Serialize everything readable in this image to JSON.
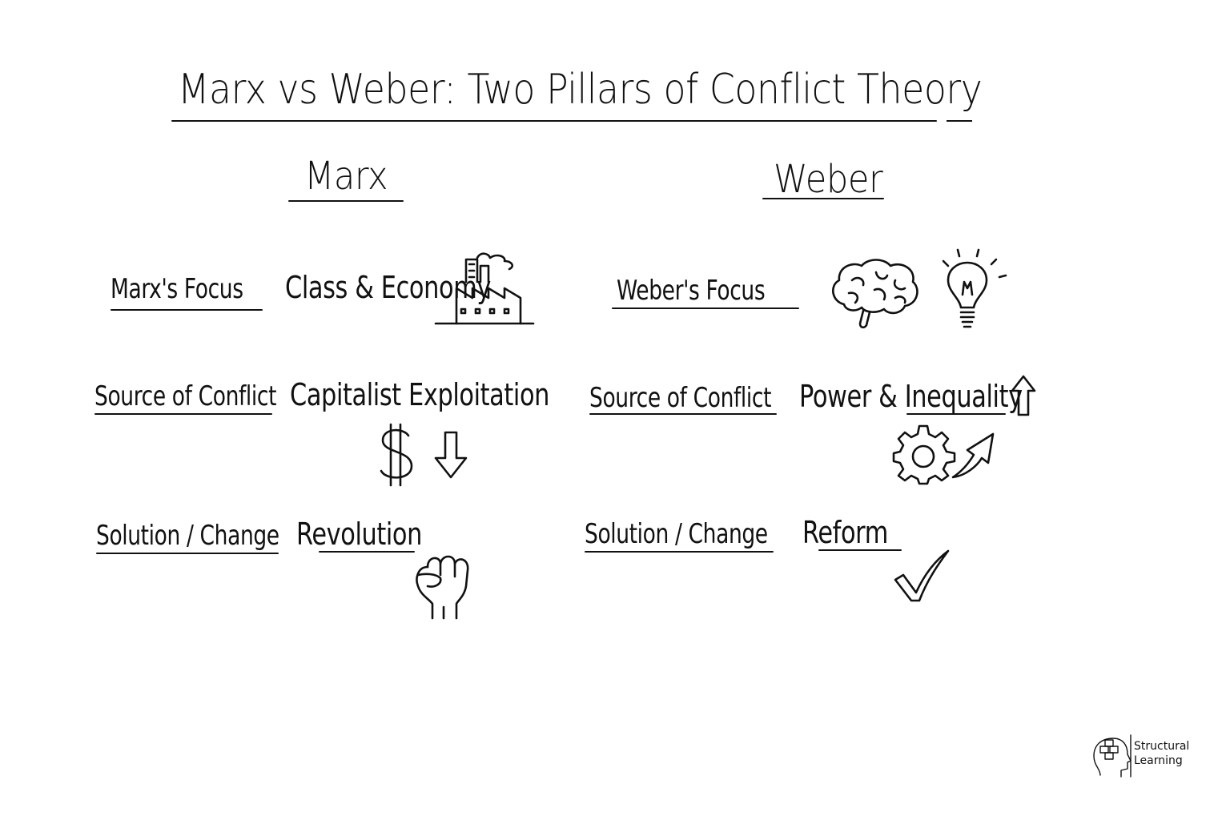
{
  "title": "Marx vs Weber: Two Pillars of Conflict Theory",
  "columns": {
    "marx": {
      "heading": "Marx",
      "rows": [
        {
          "label": "Marx's Focus",
          "value": "Class & Economy",
          "icon": "factory-icon"
        },
        {
          "label": "Source of Conflict",
          "value": "Capitalist Exploitation",
          "icon": "dollar-down-arrow-icon"
        },
        {
          "label": "Solution / Change",
          "value": "Revolution",
          "icon": "raised-fist-icon"
        }
      ]
    },
    "weber": {
      "heading": "Weber",
      "rows": [
        {
          "label": "Weber's Focus",
          "value": "",
          "icon": "brain-and-lightbulb-icon"
        },
        {
          "label": "Source of Conflict",
          "value": "Power & Inequality",
          "icon": "gear-up-arrow-icon"
        },
        {
          "label": "Solution / Change",
          "value": "Reform",
          "icon": "checkmark-icon"
        }
      ]
    }
  },
  "logo": {
    "line1": "Structural",
    "line2": "Learning"
  }
}
